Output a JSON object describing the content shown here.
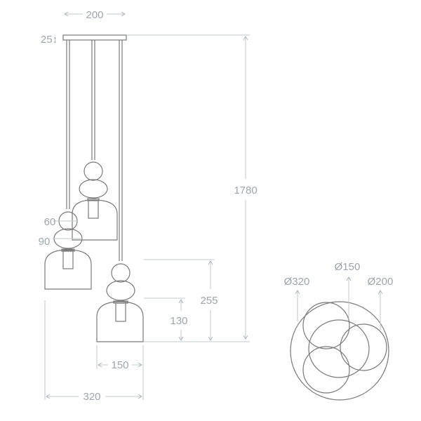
{
  "dimensions": {
    "canopy_width": "200",
    "canopy_height": "25↕",
    "total_height": "1780",
    "small_ball": "60",
    "large_ball": "90",
    "drop_255": "255",
    "drop_130": "130",
    "shade_width": "150",
    "overall_width": "320"
  },
  "plan_view": {
    "outer_diameter": "Ø320",
    "shade_diameter": "Ø150",
    "middle_diameter": "Ø200"
  },
  "colors": {
    "line": "#7a7a7a",
    "dimension": "#c2c8cb",
    "dimension_text": "#9ea6aa"
  }
}
